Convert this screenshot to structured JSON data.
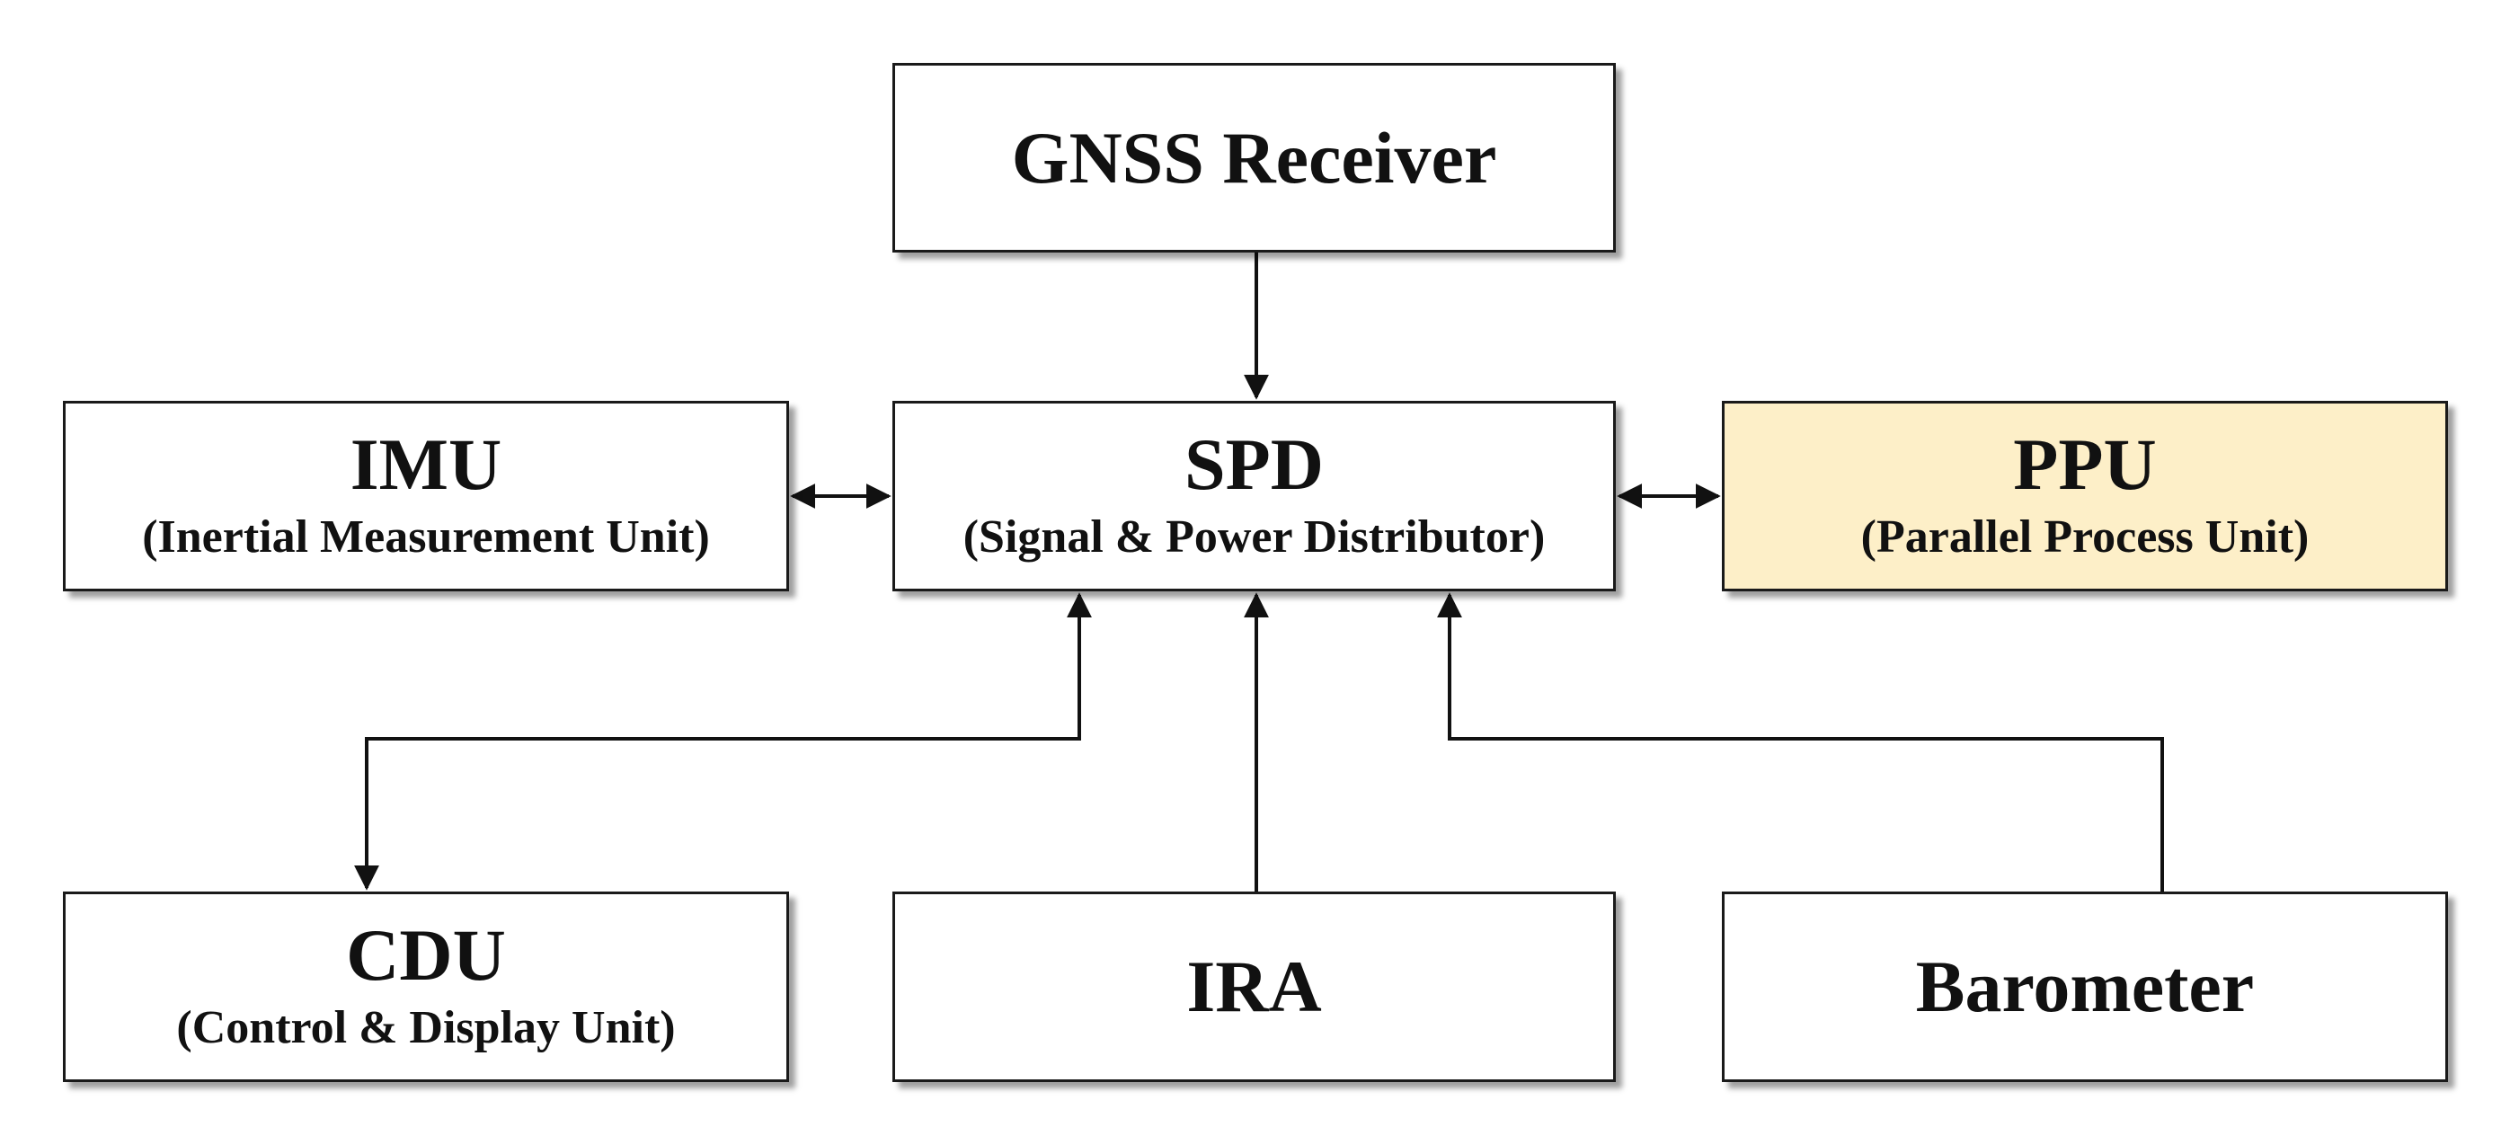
{
  "colors": {
    "block_fill": "#ffffff",
    "highlight_fill": "#fdefc8",
    "border": "#1a1a1a",
    "connector": "#111111"
  },
  "blocks": {
    "gnss": {
      "name": "GNSS Receiver"
    },
    "imu": {
      "name": "IMU",
      "full_name": "(Inertial Measurement Unit)"
    },
    "spd": {
      "name": "SPD",
      "full_name": "(Signal & Power Distributor)"
    },
    "ppu": {
      "name": "PPU",
      "full_name": "(Parallel Process Unit)",
      "highlighted": true
    },
    "cdu": {
      "name": "CDU",
      "full_name": "(Control & Display Unit)"
    },
    "ira": {
      "name": "IRA"
    },
    "barometer": {
      "name": "Barometer"
    }
  },
  "connections": [
    {
      "from": "gnss",
      "to": "spd",
      "direction": "one-way"
    },
    {
      "from": "imu",
      "to": "spd",
      "direction": "two-way"
    },
    {
      "from": "spd",
      "to": "ppu",
      "direction": "two-way"
    },
    {
      "from": "cdu",
      "to": "spd",
      "direction": "two-way"
    },
    {
      "from": "ira",
      "to": "spd",
      "direction": "one-way"
    },
    {
      "from": "barometer",
      "to": "spd",
      "direction": "one-way"
    }
  ]
}
